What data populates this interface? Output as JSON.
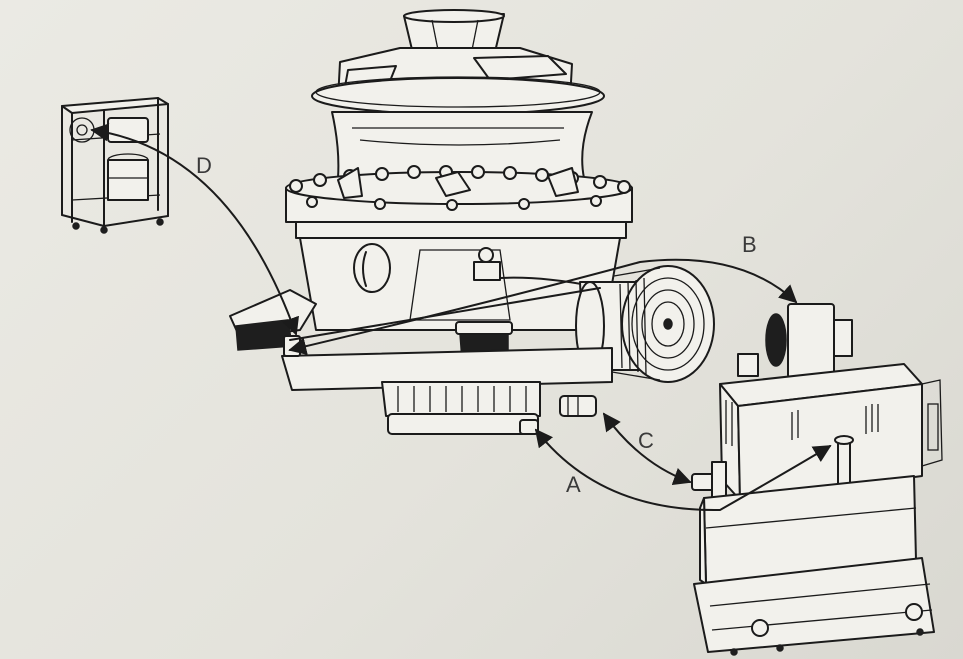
{
  "diagram": {
    "labels": {
      "a": "A",
      "b": "B",
      "c": "C",
      "d": "D"
    },
    "colors": {
      "background": "#e6e5df",
      "ink": "#1b1b1b",
      "label_text": "#3a3a3a"
    },
    "components": [
      "cone-crusher",
      "accumulator-frame",
      "hydraulic-lubrication-unit",
      "drive-sheave"
    ]
  }
}
